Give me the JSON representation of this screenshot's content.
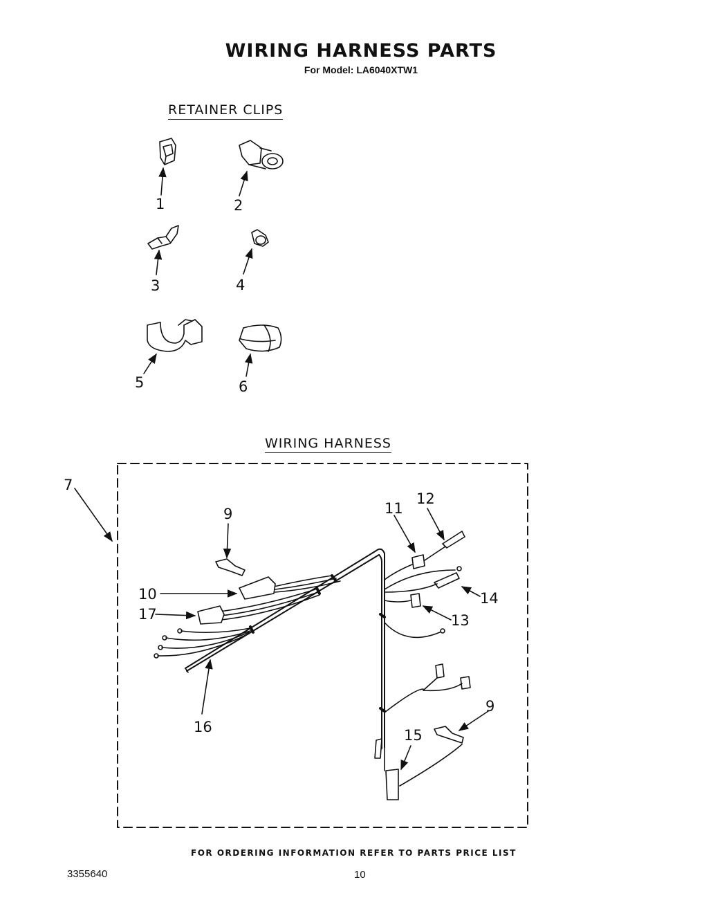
{
  "header": {
    "title": "WIRING HARNESS PARTS",
    "subtitle": "For Model: LA6040XTW1"
  },
  "sections": {
    "retainer_clips": "RETAINER CLIPS",
    "wiring_harness": "WIRING HARNESS"
  },
  "retainer_callouts": [
    "1",
    "2",
    "3",
    "4",
    "5",
    "6"
  ],
  "harness_callouts": {
    "c7": "7",
    "c9a": "9",
    "c9b": "9",
    "c10": "10",
    "c11": "11",
    "c12": "12",
    "c13": "13",
    "c14": "14",
    "c15": "15",
    "c16": "16",
    "c17": "17"
  },
  "footer": {
    "note": "FOR ORDERING INFORMATION REFER TO PARTS PRICE LIST",
    "doc_number": "3355640",
    "page_number": "10"
  }
}
